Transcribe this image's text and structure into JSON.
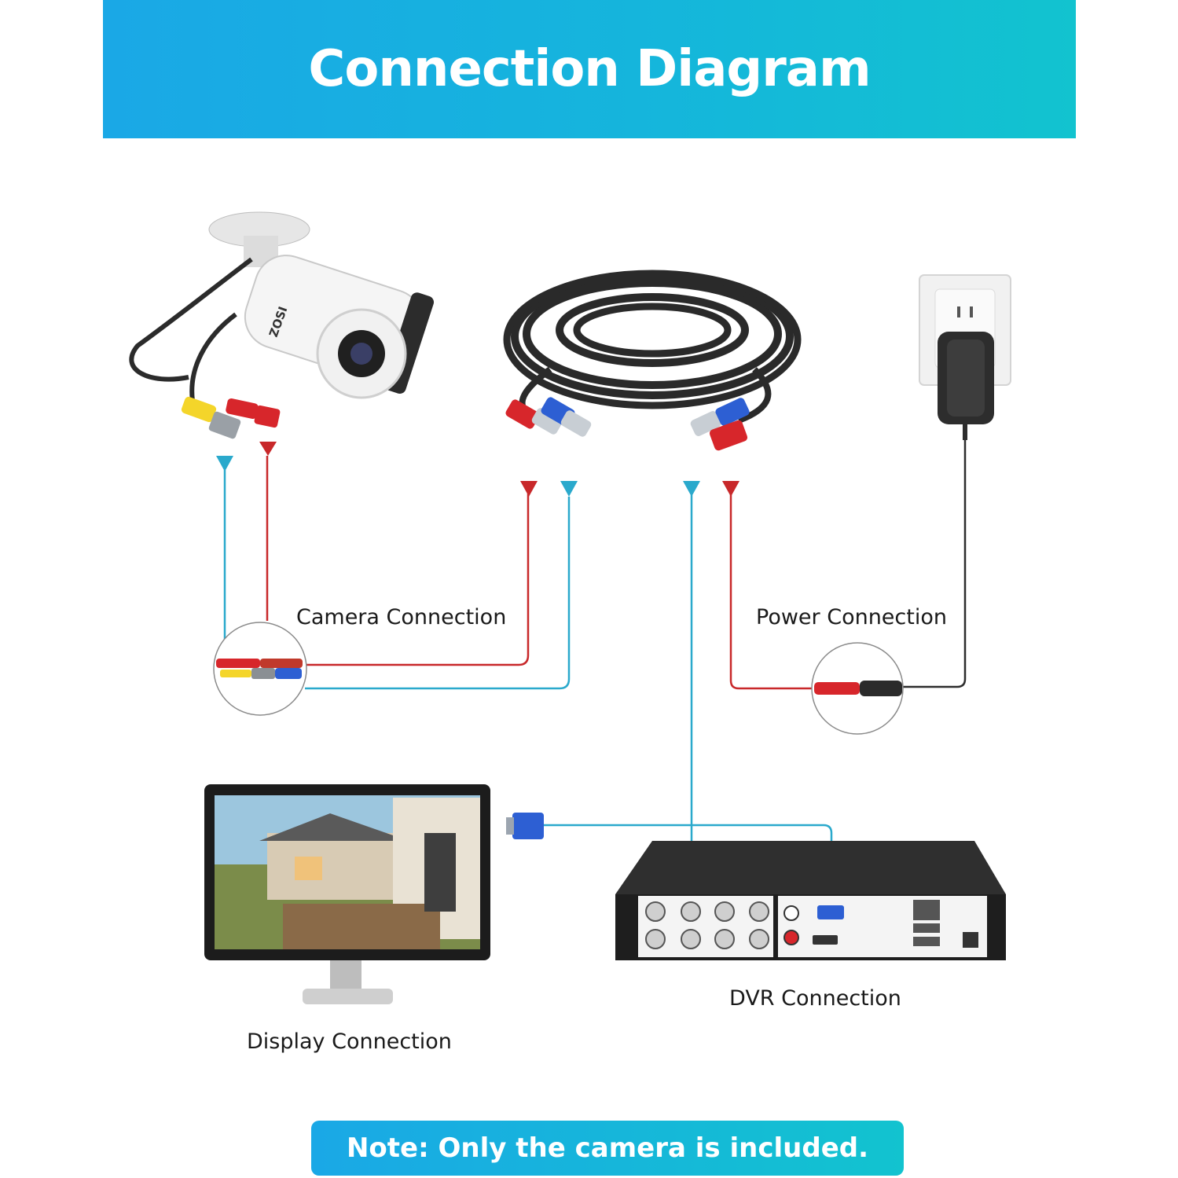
{
  "header": {
    "title": "Connection Diagram"
  },
  "labels": {
    "camera_connection": "Camera Connection",
    "power_connection": "Power Connection",
    "display_connection": "Display Connection",
    "dvr_connection": "DVR Connection"
  },
  "camera": {
    "brand": "ZOSI"
  },
  "note": {
    "text": "Note: Only the camera is included."
  },
  "colors": {
    "video_line": "#2aa9cc",
    "power_line": "#c8282a",
    "header": "#15b5dc"
  }
}
